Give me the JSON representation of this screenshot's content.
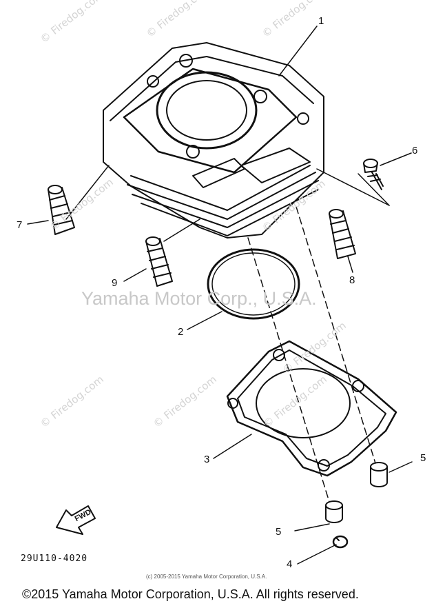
{
  "watermarks": [
    "© Firedog.com",
    "© Firedog.com",
    "© Firedog.com",
    "© Firedog.com",
    "© Firedog.com",
    "© Firedog.com",
    "© Firedog.com",
    "© Firedog.com",
    "© Firedog.com"
  ],
  "center_watermark": "Yamaha Motor Corp., U.S.A.",
  "callouts": {
    "c1": "1",
    "c2": "2",
    "c3": "3",
    "c4": "4",
    "c5a": "5",
    "c5b": "5",
    "c6": "6",
    "c7": "7",
    "c8": "8",
    "c9": "9"
  },
  "fwd_label": "FWD",
  "part_code": "29U110-4020",
  "fine_copyright": "(c) 2005-2015 Yamaha Motor Corporation, U.S.A.",
  "footer": "©2015 Yamaha Motor Corporation, U.S.A. All rights reserved."
}
